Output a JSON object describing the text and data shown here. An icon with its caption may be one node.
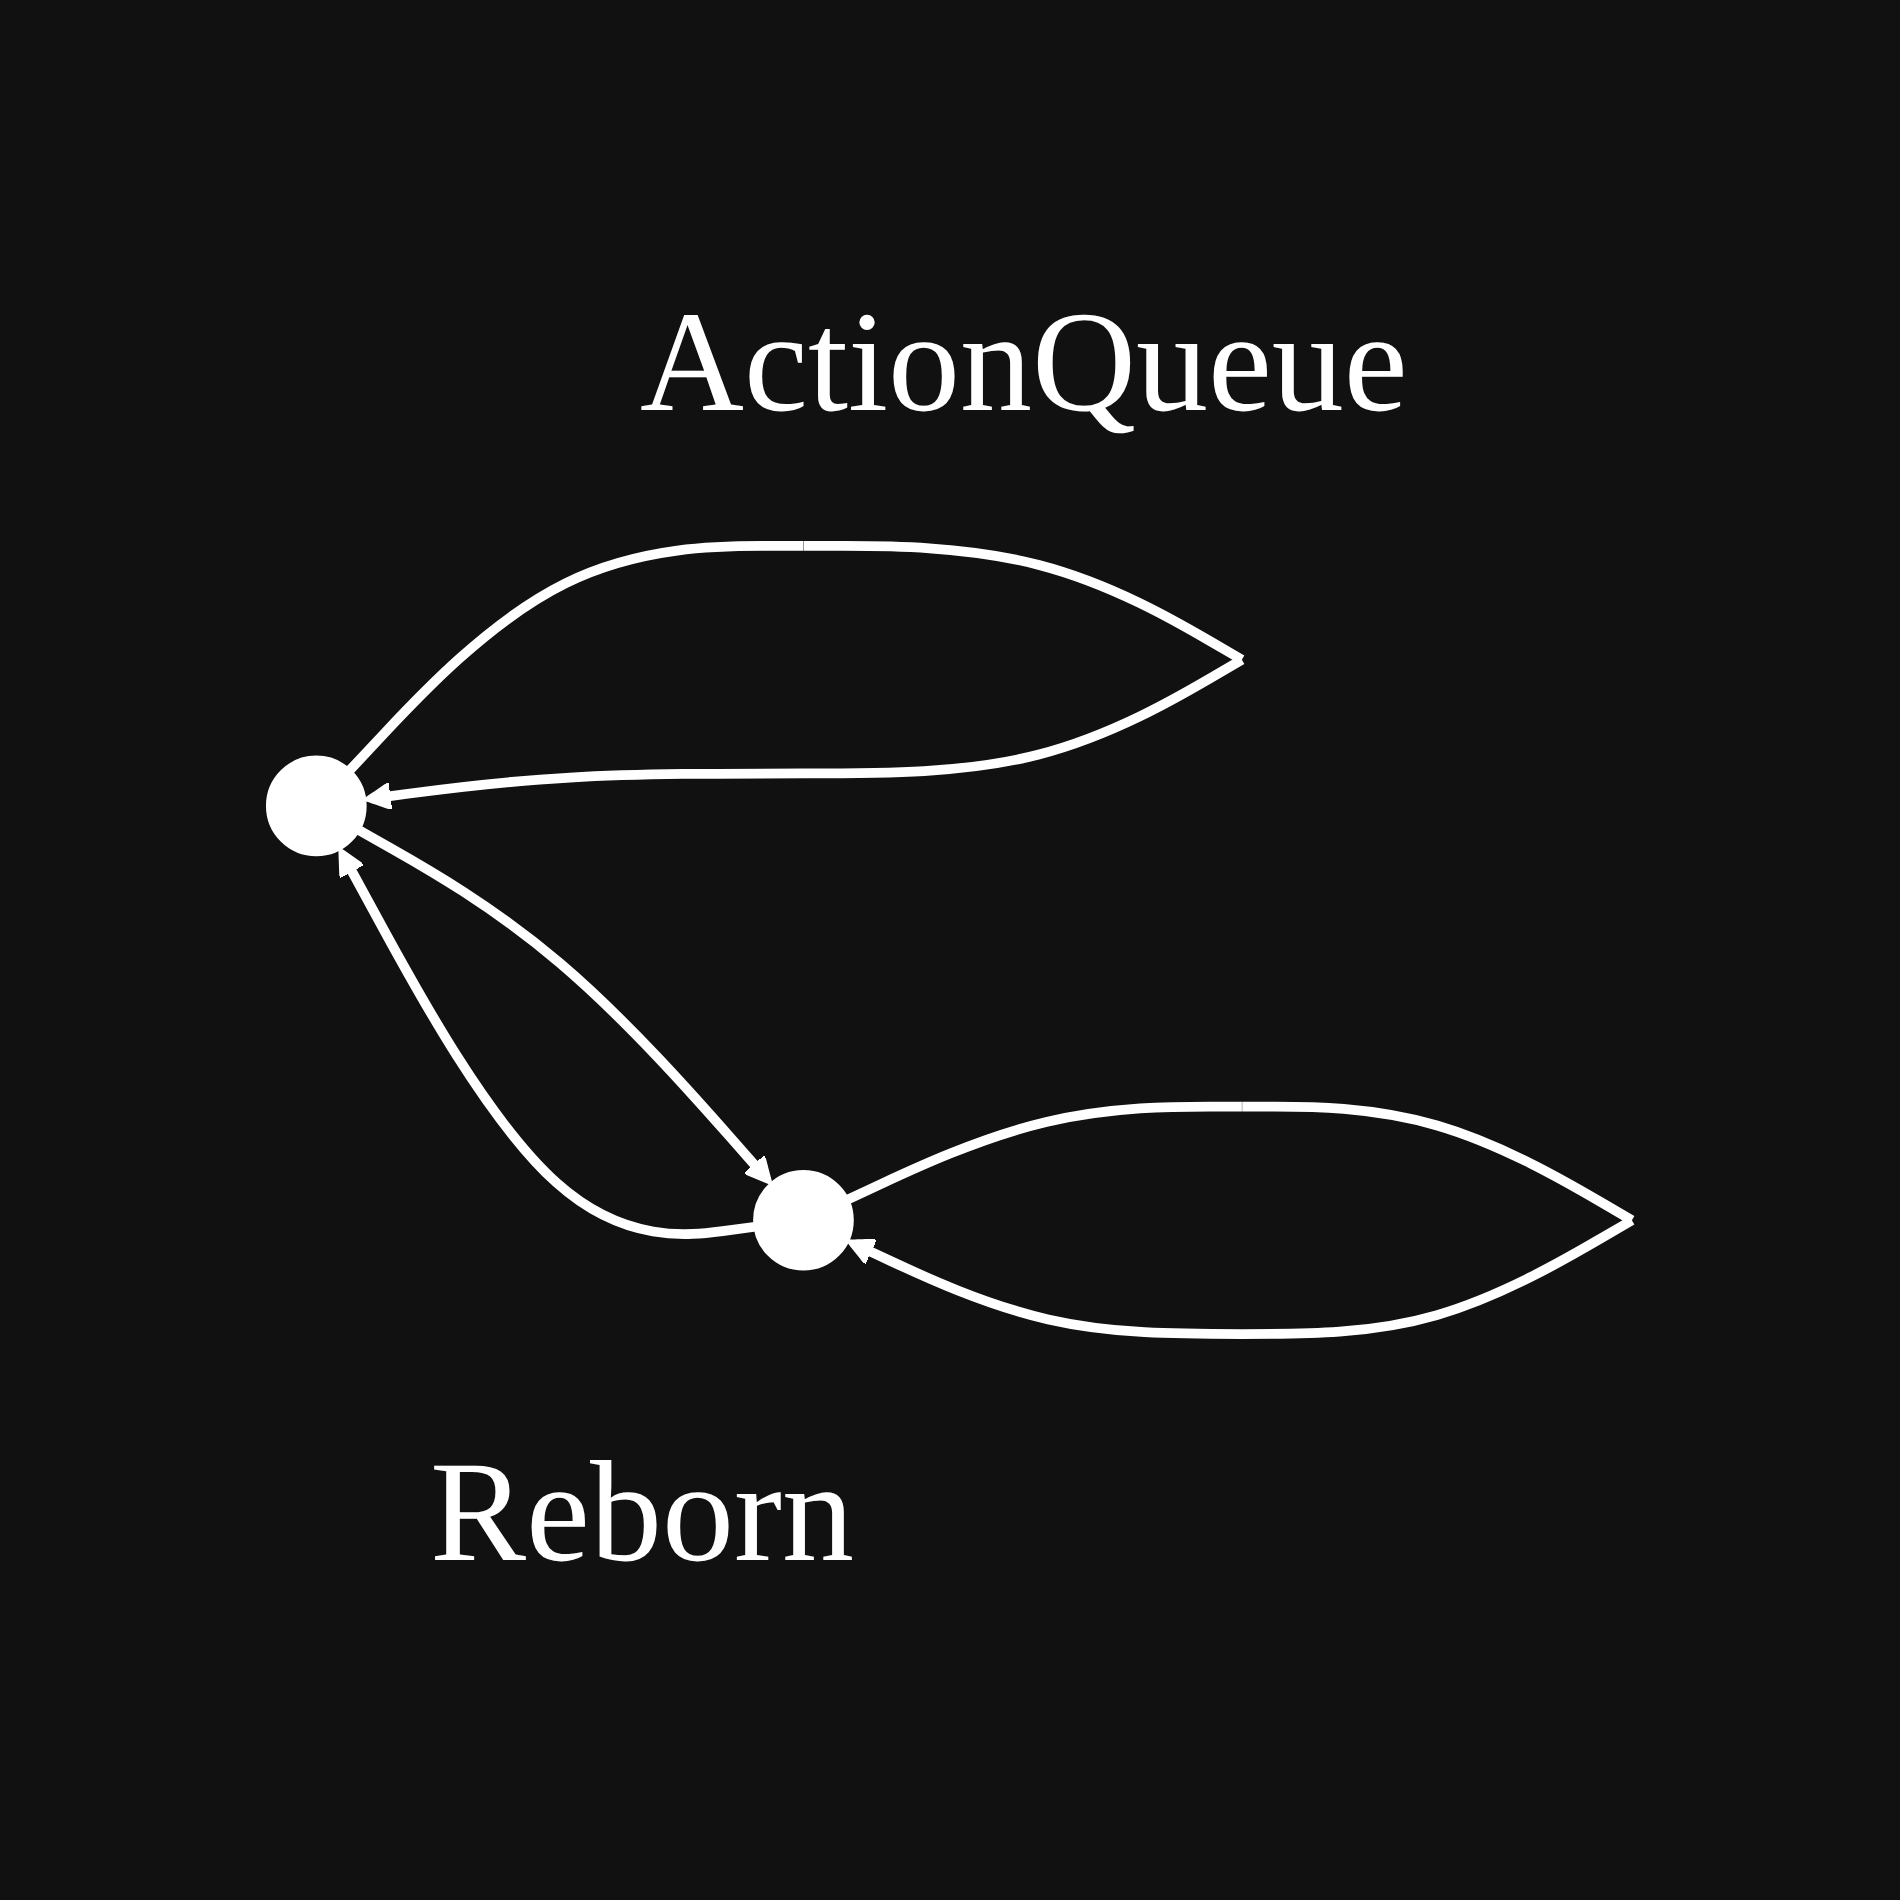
{
  "diagram": {
    "nodes": [
      {
        "text": [],
        "shape": "circle"
      },
      {
        "text": [],
        "shape": "circle"
      }
    ],
    "edges": [
      {
        "from": 0,
        "to": 0,
        "arrow": "to"
      },
      {
        "from": 0,
        "to": 1,
        "arrow": "to"
      },
      {
        "from": 1,
        "to": 0,
        "arrow": "to"
      },
      {
        "from": 1,
        "to": 1,
        "arrow": "to"
      }
    ],
    "labels": [
      "ActionQueue",
      "Reborn"
    ]
  }
}
